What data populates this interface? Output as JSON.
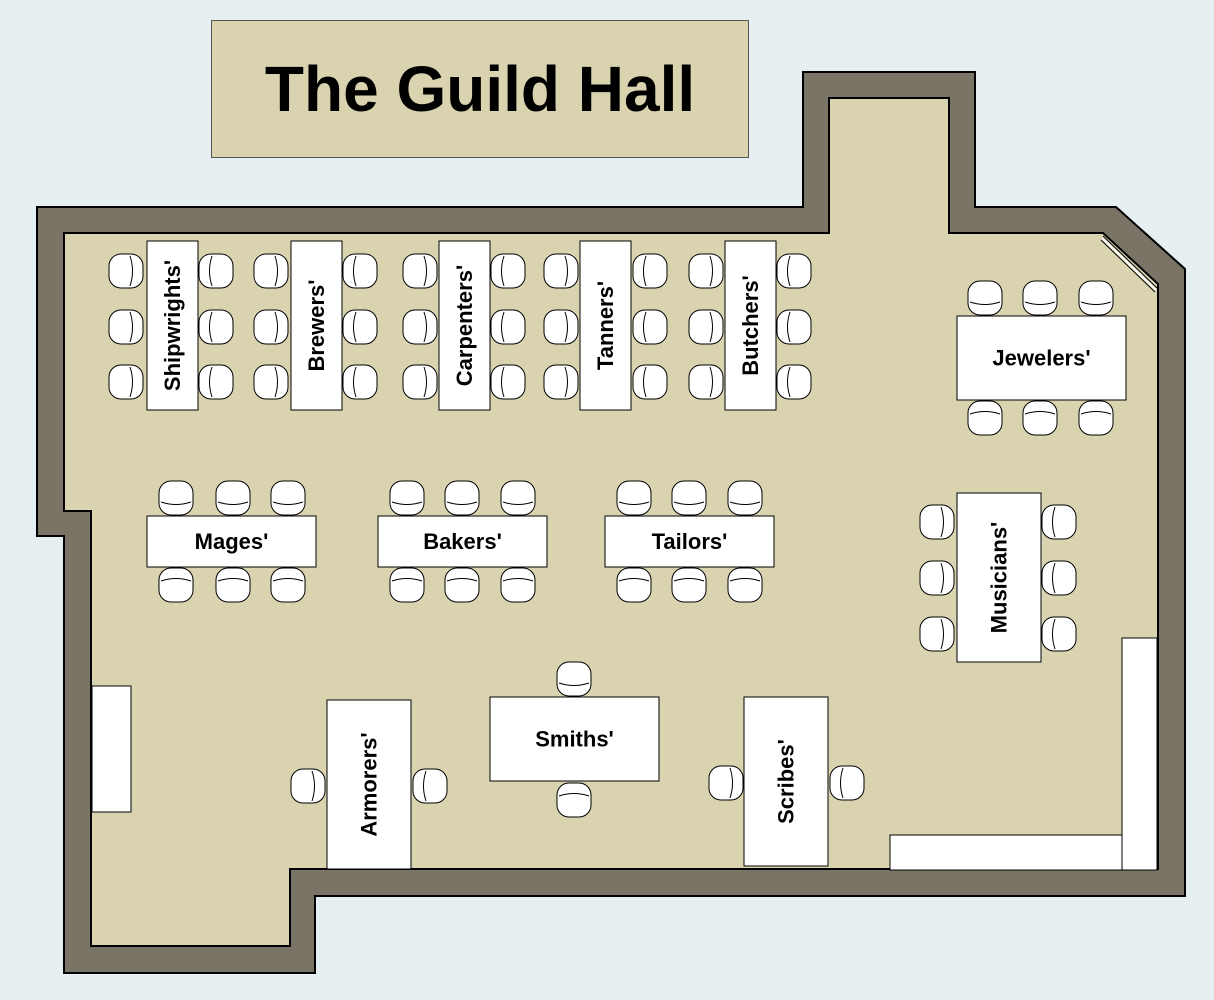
{
  "title": "The Guild Hall",
  "colors": {
    "background": "#e6eff2",
    "wall": "#7a7466",
    "floor": "#d9d3b0",
    "table": "#ffffff",
    "outline": "#000000"
  },
  "tables": [
    {
      "id": "shipwrights",
      "label": "Shipwrights'"
    },
    {
      "id": "brewers",
      "label": "Brewers'"
    },
    {
      "id": "carpenters",
      "label": "Carpenters'"
    },
    {
      "id": "tanners",
      "label": "Tanners'"
    },
    {
      "id": "butchers",
      "label": "Butchers'"
    },
    {
      "id": "jewelers",
      "label": "Jewelers'"
    },
    {
      "id": "mages",
      "label": "Mages'"
    },
    {
      "id": "bakers",
      "label": "Bakers'"
    },
    {
      "id": "tailors",
      "label": "Tailors'"
    },
    {
      "id": "musicians",
      "label": "Musicians'"
    },
    {
      "id": "armorers",
      "label": "Armorers'"
    },
    {
      "id": "smiths",
      "label": "Smiths'"
    },
    {
      "id": "scribes",
      "label": "Scribes'"
    }
  ]
}
